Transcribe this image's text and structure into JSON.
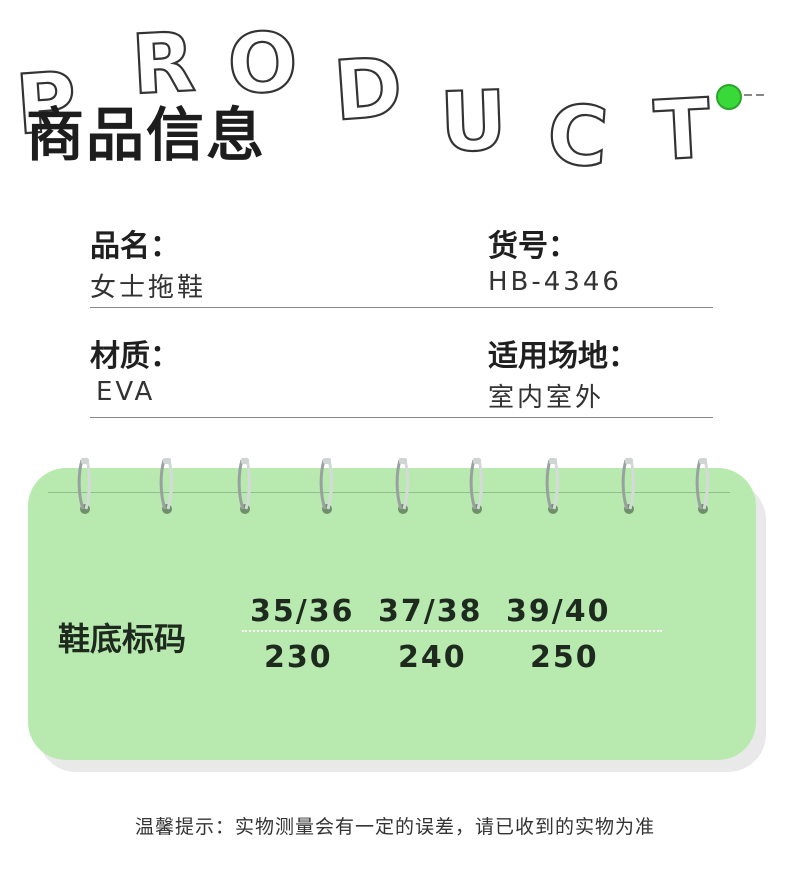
{
  "header": {
    "letters": [
      "P",
      "R",
      "O",
      "D",
      "U",
      "C",
      "T"
    ],
    "title": "商品信息"
  },
  "info": {
    "name_label": "品名：",
    "name_value": "女士拖鞋",
    "sku_label": "货号：",
    "sku_value": "HB-4346",
    "material_label": "材质：",
    "material_value": "EVA",
    "usage_label": "适用场地：",
    "usage_value": "室内室外"
  },
  "size_chart": {
    "title": "鞋底标码",
    "sizes": [
      "35/36",
      "37/38",
      "39/40"
    ],
    "lengths": [
      "230",
      "240",
      "250"
    ]
  },
  "note": "温馨提示：实物测量会有一定的误差，请已收到的实物为准",
  "colors": {
    "card": "#b8eab0",
    "accent_dot": "#39d939"
  }
}
